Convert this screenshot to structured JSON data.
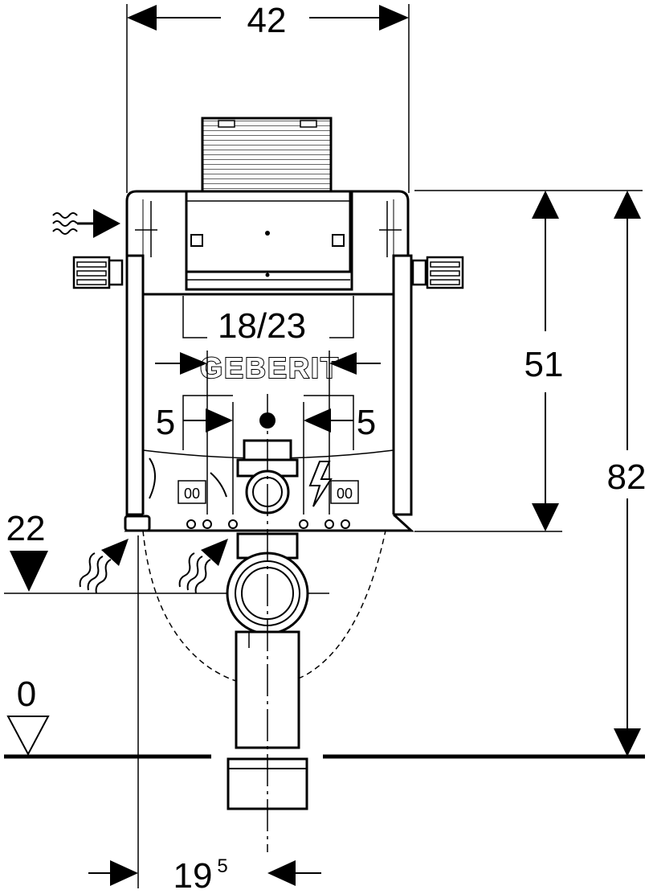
{
  "dimensions": {
    "width_total": "42",
    "height_frame": "51",
    "height_total": "82",
    "actuator_height": "18/23",
    "anchor_left": "5",
    "anchor_right": "5",
    "level_upper": "22",
    "level_floor": "0",
    "drain_offset_base": "19",
    "drain_offset_superscript": "5"
  },
  "logo": {
    "text": "GEBERIT"
  },
  "icons": {
    "water_supply": "wavy-arrow-icon",
    "electrical": "lightning-icon",
    "level_marker": "triangle-down-icon"
  },
  "colors": {
    "line": "#000000",
    "background": "#ffffff"
  }
}
